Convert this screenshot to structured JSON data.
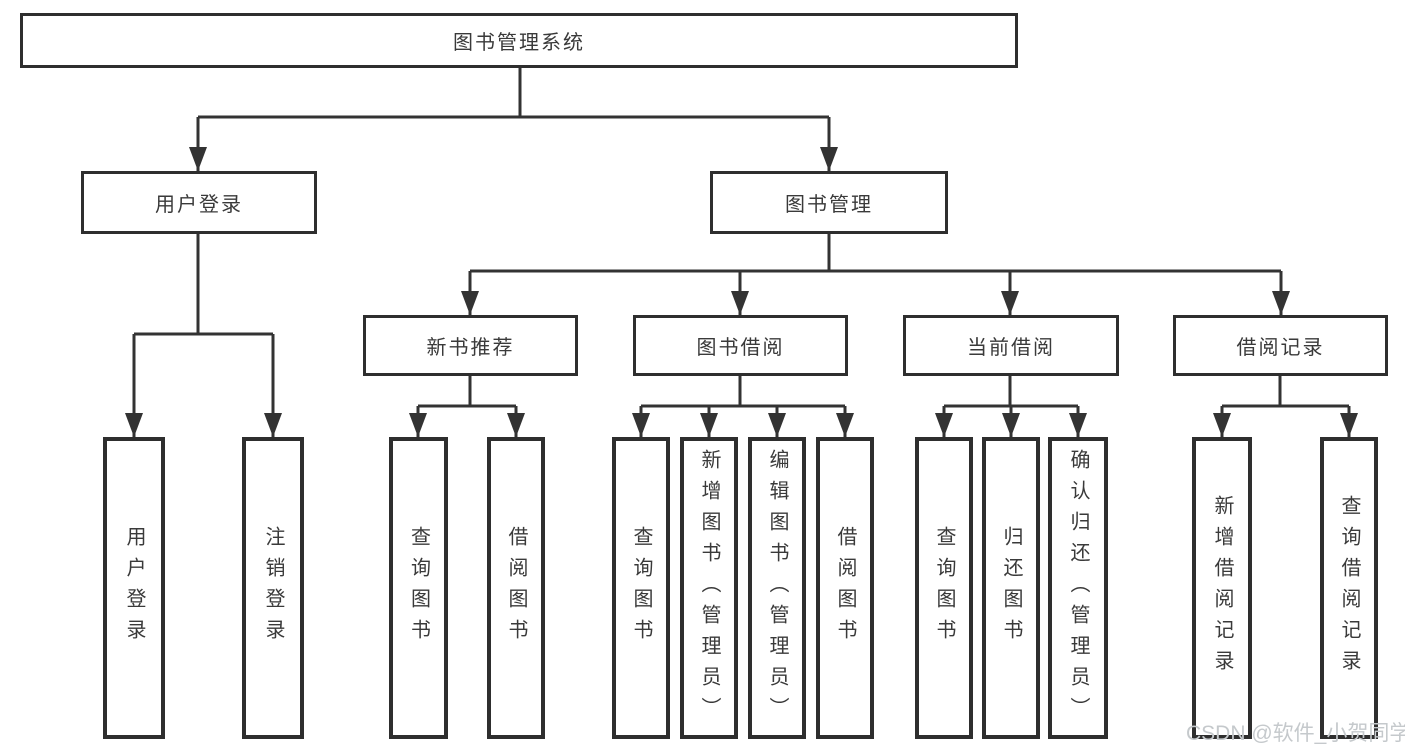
{
  "nodes": {
    "root": "图书管理系统",
    "user_login": "用户登录",
    "book_mgmt": "图书管理",
    "new_book_rec": "新书推荐",
    "book_borrow": "图书借阅",
    "current_borrow": "当前借阅",
    "borrow_records": "借阅记录",
    "leaf_user_login": "用户登录",
    "leaf_logout": "注销登录",
    "rec_query": "查询图书",
    "rec_borrow": "借阅图书",
    "bb_query": "查询图书",
    "bb_add": "新增图书（管理员）",
    "bb_edit": "编辑图书（管理员）",
    "bb_borrow": "借阅图书",
    "cb_query": "查询图书",
    "cb_return": "归还图书",
    "cb_confirm": "确认归还（管理员）",
    "br_add": "新增借阅记录",
    "br_query": "查询借阅记录"
  },
  "hierarchy": {
    "图书管理系统": {
      "用户登录": [
        "用户登录",
        "注销登录"
      ],
      "图书管理": {
        "新书推荐": [
          "查询图书",
          "借阅图书"
        ],
        "图书借阅": [
          "查询图书",
          "新增图书（管理员）",
          "编辑图书（管理员）",
          "借阅图书"
        ],
        "当前借阅": [
          "查询图书",
          "归还图书",
          "确认归还（管理员）"
        ],
        "借阅记录": [
          "新增借阅记录",
          "查询借阅记录"
        ]
      }
    }
  },
  "watermark": "CSDN @软件_小贺同学",
  "colors": {
    "line": "#333333",
    "box_border": "#2e2e2e",
    "text": "#3a3a3a",
    "watermark": "#c5c9cc",
    "background": "#ffffff"
  }
}
